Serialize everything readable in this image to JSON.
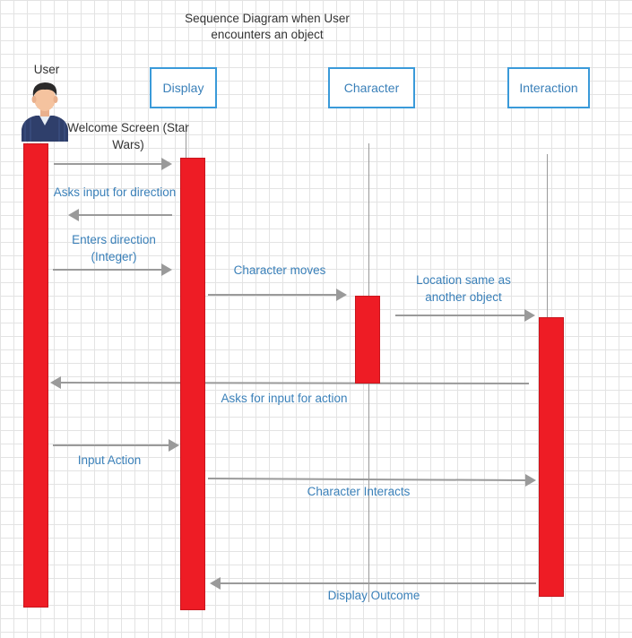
{
  "diagram": {
    "title": "Sequence Diagram when User encounters an object",
    "actor": {
      "label": "User",
      "icon": "user-avatar-icon"
    },
    "objects": [
      {
        "label": "Display"
      },
      {
        "label": "Character"
      },
      {
        "label": "Interaction"
      }
    ],
    "messages": [
      {
        "from": "User",
        "to": "Display",
        "text": "Welcome Screen (Star Wars)"
      },
      {
        "from": "Display",
        "to": "User",
        "text": "Asks input for direction"
      },
      {
        "from": "User",
        "to": "Display",
        "text": "Enters direction (Integer)"
      },
      {
        "from": "Display",
        "to": "Character",
        "text": "Character moves"
      },
      {
        "from": "Character",
        "to": "Interaction",
        "text": "Location same as another object"
      },
      {
        "from": "Interaction",
        "to": "User",
        "text": "Asks for input for action"
      },
      {
        "from": "User",
        "to": "Display",
        "text": "Input Action"
      },
      {
        "from": "Display",
        "to": "Interaction",
        "text": "Character Interacts"
      },
      {
        "from": "Interaction",
        "to": "Display",
        "text": "Display Outcome"
      }
    ],
    "colors": {
      "activation": "#ee1c25",
      "object_border": "#3a9ad9",
      "message_text": "#3a80b9",
      "arrow": "#9a9a9a"
    }
  }
}
